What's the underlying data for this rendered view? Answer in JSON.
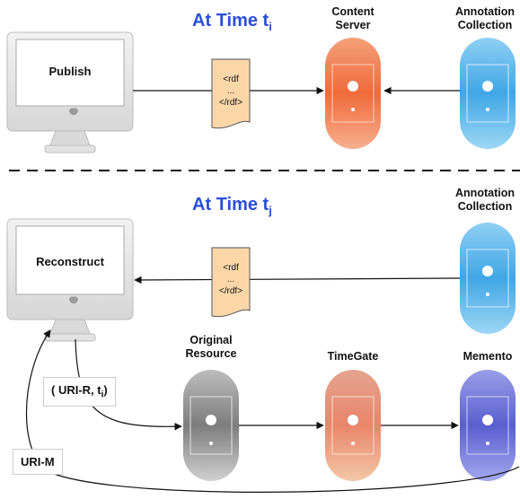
{
  "diagram": {
    "top_time_label": "At Time t",
    "top_time_sub": "i",
    "bottom_time_label": "At Time t",
    "bottom_time_sub": "j",
    "publish_label": "Publish",
    "reconstruct_label": "Reconstruct",
    "content_server_line1": "Content",
    "content_server_line2": "Server",
    "annotation_top_line1": "Annotation",
    "annotation_top_line2": "Collection",
    "annotation_bottom_line1": "Annotation",
    "annotation_bottom_line2": "Collection",
    "original_resource_line1": "Original",
    "original_resource_line2": "Resource",
    "timegate_label": "TimeGate",
    "memento_label": "Memento",
    "rdf_line1": "<rdf",
    "rdf_line2": "...",
    "rdf_line3": "</rdf>",
    "uri_r_label": "( URI-R, t",
    "uri_r_sub": "i",
    "uri_r_close": ")",
    "uri_m_label": "URI-M"
  },
  "colors": {
    "title_blue": "#2a4ed8",
    "server_orange": "#f06a3a",
    "annotation_blue": "#3fa6e6",
    "original_gray": "#8a8a8a",
    "timegate_peach": "#e8866a",
    "memento_purple": "#5a5fd0",
    "doc_fill": "#fbd7a8"
  }
}
